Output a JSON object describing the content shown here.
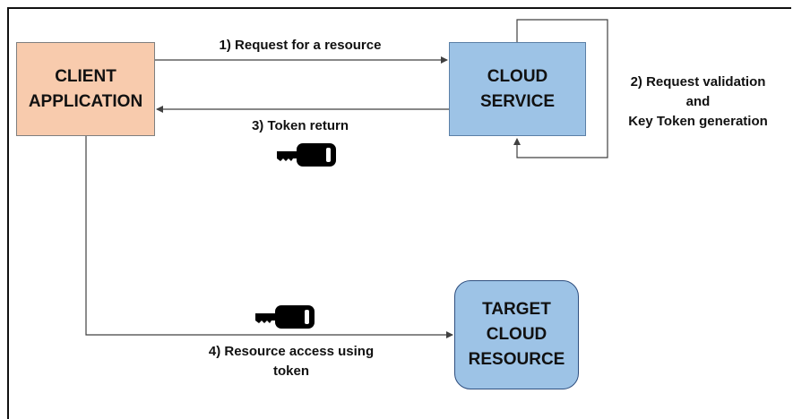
{
  "nodes": {
    "client": [
      "CLIENT",
      "APPLICATION"
    ],
    "cloud_service": [
      "CLOUD",
      "SERVICE"
    ],
    "target": [
      "TARGET",
      "CLOUD",
      "RESOURCE"
    ]
  },
  "steps": {
    "step1": "1) Request for a resource",
    "step2": [
      "2) Request validation",
      "and",
      "Key Token generation"
    ],
    "step3": "3) Token return",
    "step4": [
      "4) Resource access using",
      "token"
    ]
  },
  "icons": [
    "key-icon",
    "key-icon"
  ],
  "colors": {
    "client_fill": "#f8cbad",
    "cloud_fill": "#9dc3e6",
    "line": "#404040",
    "key": "#000000"
  }
}
